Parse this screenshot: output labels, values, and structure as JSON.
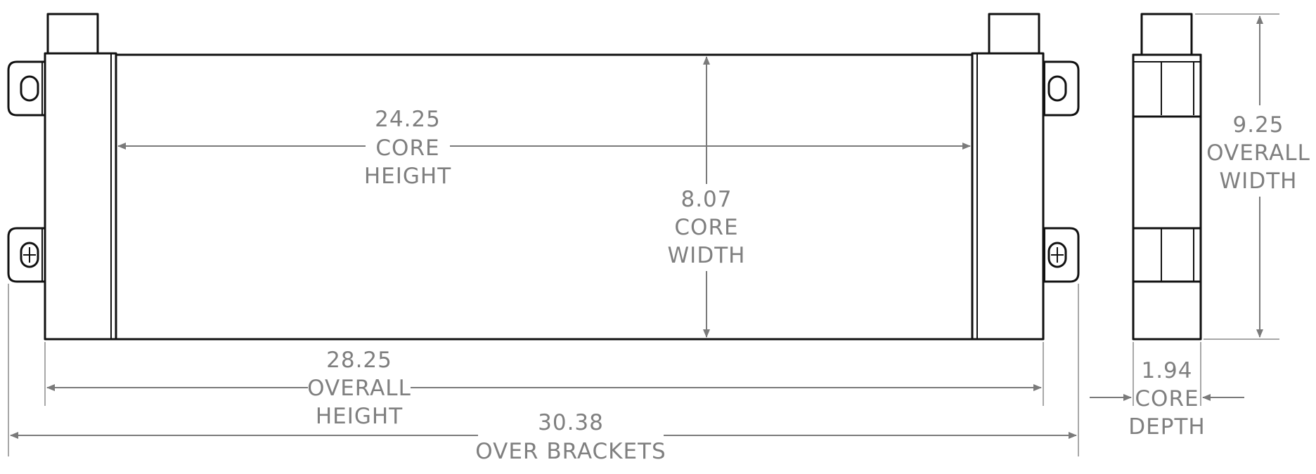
{
  "dimensions": {
    "core_height": {
      "value": "24.25",
      "line1": "CORE",
      "line2": "HEIGHT"
    },
    "core_width": {
      "value": "8.07",
      "line1": "CORE",
      "line2": "WIDTH"
    },
    "overall_height": {
      "value": "28.25",
      "line1": "OVERALL",
      "line2": "HEIGHT"
    },
    "over_brackets": {
      "value": "30.38",
      "line1": "OVER BRACKETS"
    },
    "overall_width": {
      "value": "9.25",
      "line1": "OVERALL",
      "line2": "WIDTH"
    },
    "core_depth": {
      "value": "1.94",
      "line1": "CORE",
      "line2": "DEPTH"
    }
  },
  "colors": {
    "outline": "#111111",
    "dimension": "#7f7f7f",
    "background": "#ffffff"
  }
}
